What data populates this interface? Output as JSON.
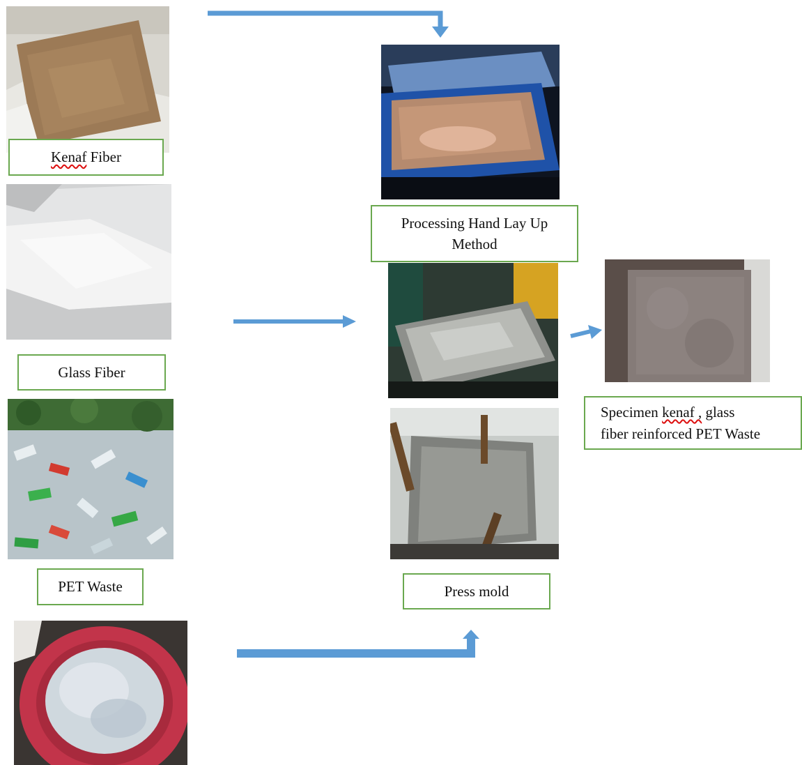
{
  "labels": {
    "kenaf_prefix": "Kenaf",
    "kenaf_suffix": " Fiber",
    "glass": "Glass Fiber",
    "pet": "PET Waste",
    "hand_lay_up_line1": "Processing Hand Lay Up",
    "hand_lay_up_line2": "Method",
    "press_mold": "Press mold",
    "specimen_line1_a": "Specimen ",
    "specimen_line1_b": "kenaf ,",
    "specimen_line1_c": " glass",
    "specimen_line2": "fiber reinforced PET Waste"
  },
  "colors": {
    "arrow": "#5b9bd5",
    "label_border": "#6aa84f"
  },
  "icons": [
    "kenaf-fiber-photo",
    "glass-fiber-photo",
    "pet-waste-photo",
    "pet-flakes-photo",
    "hand-lay-up-photo",
    "press-mold-photo-1",
    "press-mold-photo-2",
    "specimen-photo"
  ]
}
